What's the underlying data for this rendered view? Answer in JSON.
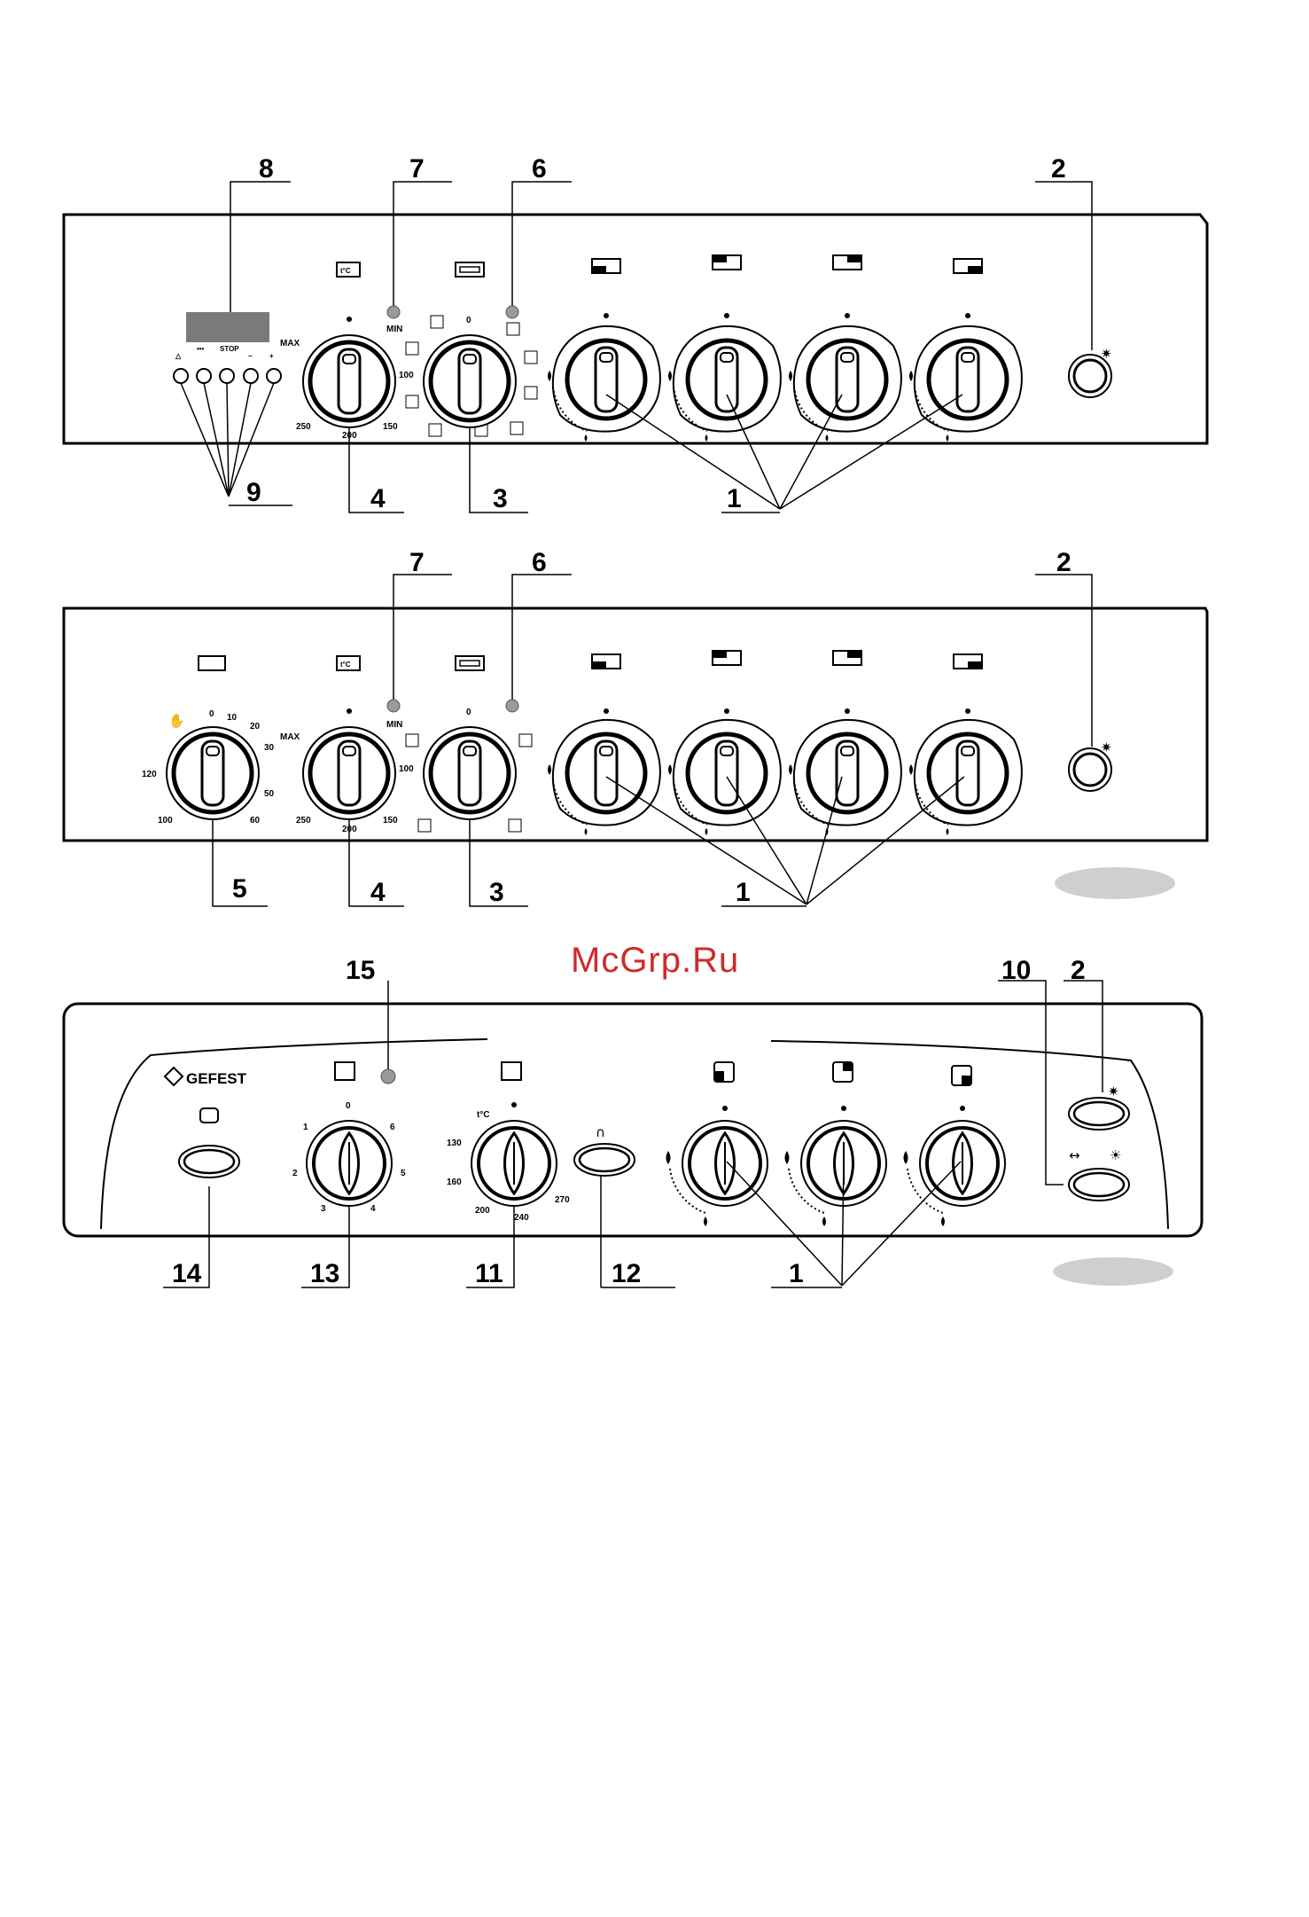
{
  "watermark": "McGrp.Ru",
  "brand_name": "GEFEST",
  "colors": {
    "ink": "#000000",
    "watermark": "#d02a2a",
    "indicator_lamp": "#9a9a9a",
    "timer_display": "#7a7a7a",
    "page_marker": "#cfcfcf"
  },
  "panel_top": {
    "callouts": [
      "8",
      "7",
      "6",
      "2",
      "9",
      "4",
      "3",
      "1"
    ],
    "timer_buttons": [
      "△",
      "•••",
      "STOP",
      "−",
      "+"
    ],
    "thermostat": {
      "symbol": "t°C",
      "max": "MAX",
      "min": "MIN",
      "ticks": [
        "100",
        "150",
        "200",
        "250"
      ]
    },
    "selector": {
      "zero": "0"
    },
    "ignition_icon": "spark-icon"
  },
  "panel_middle": {
    "callouts": [
      "7",
      "6",
      "2",
      "5",
      "4",
      "3",
      "1"
    ],
    "timer": {
      "ticks": [
        "0",
        "10",
        "20",
        "30",
        "50",
        "60",
        "100",
        "120"
      ]
    },
    "thermostat": {
      "symbol": "t°C",
      "max": "MAX",
      "min": "MIN",
      "ticks": [
        "100",
        "150",
        "200",
        "250"
      ]
    },
    "selector": {
      "zero": "0"
    }
  },
  "panel_bottom": {
    "callouts": [
      "15",
      "10",
      "2",
      "14",
      "13",
      "11",
      "12",
      "1"
    ],
    "timer_knob": {
      "ticks": [
        "0",
        "1",
        "2",
        "3",
        "4",
        "5",
        "6"
      ]
    },
    "thermostat": {
      "symbol": "t°C",
      "ticks": [
        "130",
        "160",
        "200",
        "240",
        "270"
      ]
    },
    "switch_symbols": [
      "↔",
      "☀"
    ]
  }
}
